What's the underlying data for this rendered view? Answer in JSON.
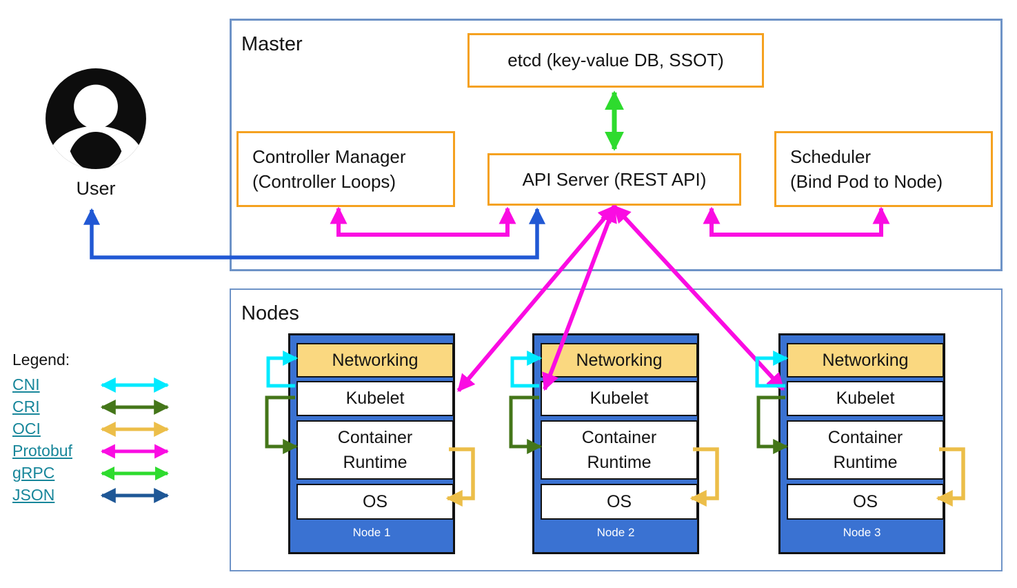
{
  "user": {
    "label": "User"
  },
  "master": {
    "label": "Master",
    "etcd_label": "etcd (key-value DB, SSOT)",
    "controller_manager_label": "Controller Manager\n(Controller Loops)",
    "api_server_label": "API Server (REST API)",
    "scheduler_label": "Scheduler\n(Bind Pod to Node)"
  },
  "nodes_section": {
    "label": "Nodes",
    "items": [
      {
        "name": "Node 1",
        "networking": "Networking",
        "kubelet": "Kubelet",
        "runtime": "Container\nRuntime",
        "os": "OS"
      },
      {
        "name": "Node 2",
        "networking": "Networking",
        "kubelet": "Kubelet",
        "runtime": "Container\nRuntime",
        "os": "OS"
      },
      {
        "name": "Node 3",
        "networking": "Networking",
        "kubelet": "Kubelet",
        "runtime": "Container\nRuntime",
        "os": "OS"
      }
    ]
  },
  "legend": {
    "label": "Legend:",
    "items": [
      {
        "label": "CNI",
        "color": "#00eaff"
      },
      {
        "label": "CRI",
        "color": "#447619"
      },
      {
        "label": "OCI",
        "color": "#ecbe49"
      },
      {
        "label": "Protobuf",
        "color": "#fa0ce2"
      },
      {
        "label": "gRPC",
        "color": "#2edb2e"
      },
      {
        "label": "JSON",
        "color": "#1e5796"
      }
    ]
  },
  "colors": {
    "section_border": "#6e93c7",
    "component_border": "#f5a11f",
    "node_fill": "#3a72d2",
    "networking_fill": "#fad880",
    "user_api_arrow": "#2158d4",
    "legend_link": "#17869a"
  }
}
